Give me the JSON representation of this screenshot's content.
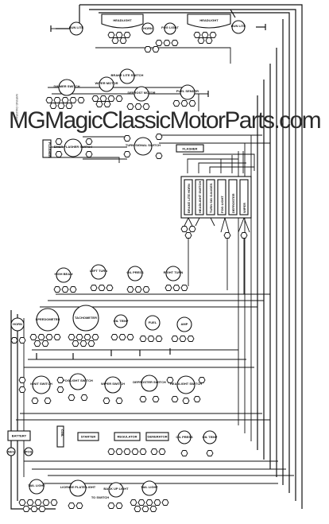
{
  "watermark": "MGMagicClassicMotorParts.com",
  "side_note": "WIRING DIAGRAM",
  "labels": {
    "headlight_l": "HEADLIGHT",
    "headlight_r": "HEADLIGHT",
    "run_lite_l": "RUN LITE",
    "run_lite_r": "RUN LITE",
    "horn_top": "HORN",
    "fog_light": "FOG LIGHT",
    "dimmer_switch": "DIMMER SWITCH",
    "wiper_motor": "WIPER MOTOR",
    "brake_lite_switch": "BRAKE LITE SWITCH",
    "defrost_motor": "DEFROST MOTOR",
    "fuel_sender": "FUEL SENDER",
    "flasher_box": "FLASHER",
    "emer_flasher_switch": "EMER FLASHER SWITCH",
    "turn_signal_switch": "TURN SIGNAL SWITCH",
    "flasher": "FLASHER",
    "fuse_1": "BRAKE LITE HORN",
    "fuse_2": "HEADLIGHT SWITCH",
    "fuse_3": "TURN SIG GAUGES",
    "fuse_4": "FOG LIGHT",
    "fuse_5": "DEFROSTER",
    "fuse_6": "WIPER",
    "high_beam": "HIGH BEAM",
    "left_turn": "LEFT TURN",
    "oil_press_ind": "OIL PRESS",
    "right_turn": "RIGHT TURN",
    "horn_dash": "HORN",
    "speedometer": "SPEEDOMETER",
    "tachometer": "TACHOMETER",
    "oil_temp_gauge": "OIL TEMP",
    "fuel_gauge": "FUEL",
    "amp_gauge": "AMP",
    "ignit_switch": "IGNIT SWITCH",
    "foglight_switch": "FOGLIGHT SWITCH",
    "wiper_switch": "WIPER SWITCH",
    "defroster_switch": "DEFROSTER SWITCH",
    "headlight_switch": "HEADLIGHT SWITCH",
    "battery": "BATTERY",
    "coil": "COIL",
    "starter": "STARTER",
    "regulator": "REGULATOR",
    "generator": "GENERATOR",
    "oil_press_sender": "OIL PRESS",
    "oil_temp_sender": "OIL TEMP",
    "neg": "NEG",
    "pos": "POS",
    "tail_light_l": "TAIL LIGHT",
    "license_plate_light": "LICENSE PLATE LIGHT",
    "back_up_light": "BACK UP LIGHT",
    "to_switch": "TO SWITCH",
    "tail_light_r": "TAIL LIGHT"
  }
}
